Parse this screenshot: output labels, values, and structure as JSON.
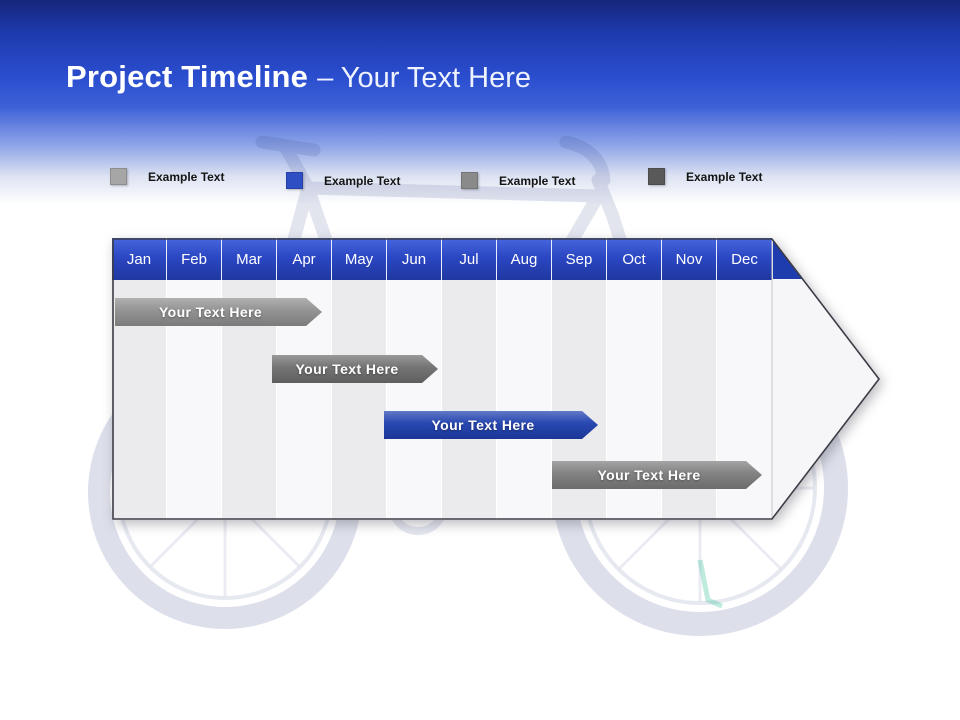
{
  "header": {
    "title_main": "Project Timeline",
    "title_suffix": "– Your Text Here"
  },
  "legend": {
    "items": [
      {
        "label": "Example Text",
        "color": "#a6a6a6"
      },
      {
        "label": "Example Text",
        "color": "#2e4ec4"
      },
      {
        "label": "Example Text",
        "color": "#8a8a8a"
      },
      {
        "label": "Example Text",
        "color": "#595959"
      }
    ]
  },
  "timeline": {
    "months": [
      "Jan",
      "Feb",
      "Mar",
      "Apr",
      "May",
      "Jun",
      "Jul",
      "Aug",
      "Sep",
      "Oct",
      "Nov",
      "Dec"
    ],
    "bars": [
      {
        "label": "Your Text Here",
        "color": "#8f8f8f",
        "start_month": "Jan",
        "end_month": "Apr"
      },
      {
        "label": "Your Text Here",
        "color": "#6e6e6e",
        "start_month": "Apr",
        "end_month": "Jun"
      },
      {
        "label": "Your Text Here",
        "color": "#1e3fae",
        "start_month": "Jun",
        "end_month": "Sep"
      },
      {
        "label": "Your Text Here",
        "color": "#7d7d7d",
        "start_month": "Sep",
        "end_month": "Dec"
      }
    ]
  }
}
